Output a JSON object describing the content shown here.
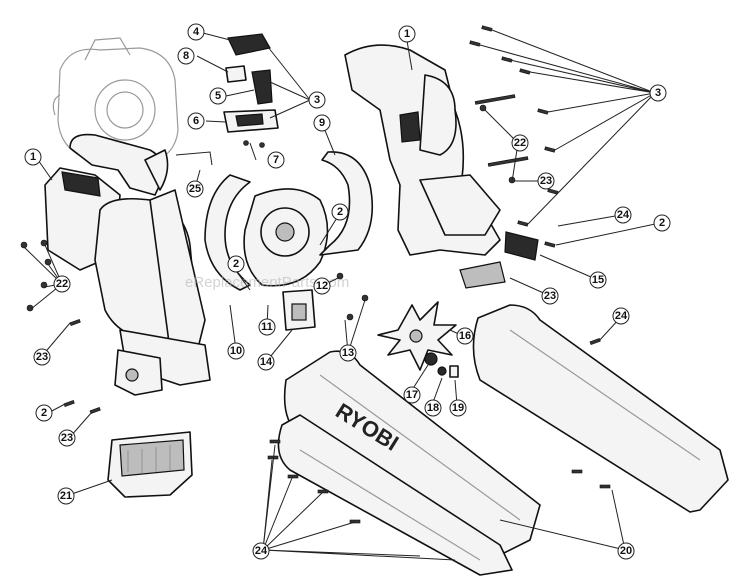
{
  "diagram": {
    "brand_label": "RYOBI",
    "watermark": "eReplacementParts.com",
    "callouts": [
      "1",
      "1",
      "2",
      "2",
      "2",
      "2",
      "3",
      "3",
      "4",
      "5",
      "6",
      "7",
      "8",
      "9",
      "10",
      "11",
      "12",
      "13",
      "14",
      "15",
      "16",
      "17",
      "18",
      "19",
      "20",
      "21",
      "22",
      "22",
      "23",
      "23",
      "23",
      "23",
      "24",
      "24",
      "24",
      "25"
    ]
  }
}
